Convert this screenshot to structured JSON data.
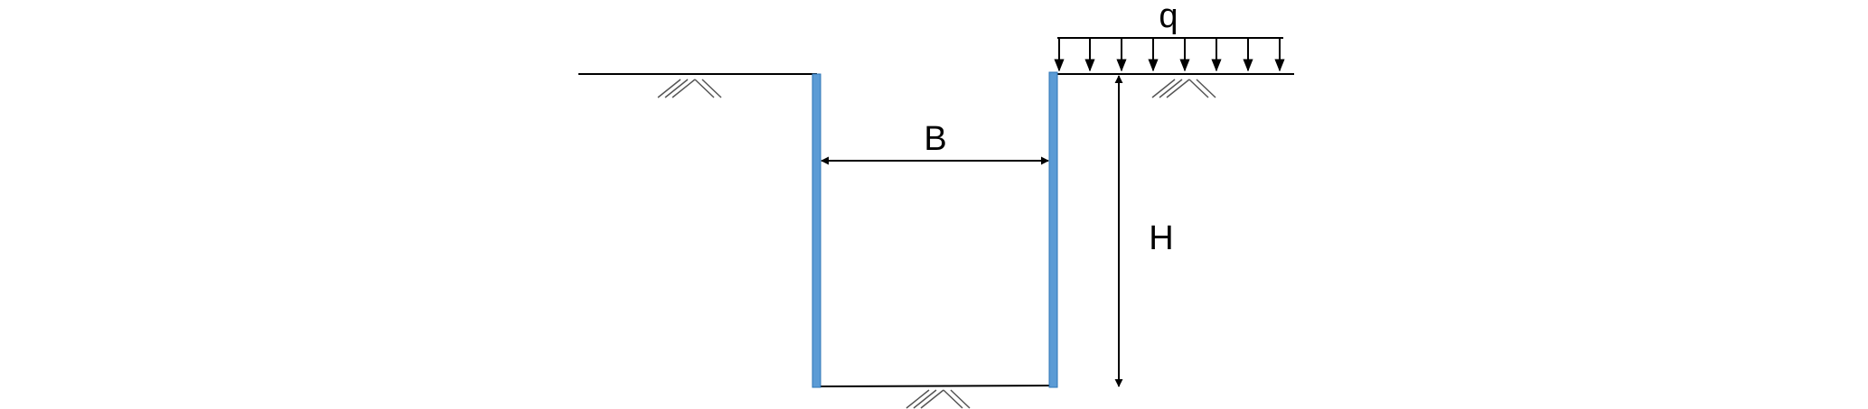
{
  "labels": {
    "load": "q",
    "width": "B",
    "height": "H"
  },
  "colors": {
    "wall": "#5b9bd5",
    "wall_edge": "#2e75b6",
    "line": "#000000",
    "hatch": "#555555"
  },
  "icons": {
    "ground_left": "ground-hatch-icon",
    "ground_right": "ground-hatch-icon",
    "ground_bottom": "ground-hatch-icon",
    "arrow": "arrow-head-icon"
  }
}
